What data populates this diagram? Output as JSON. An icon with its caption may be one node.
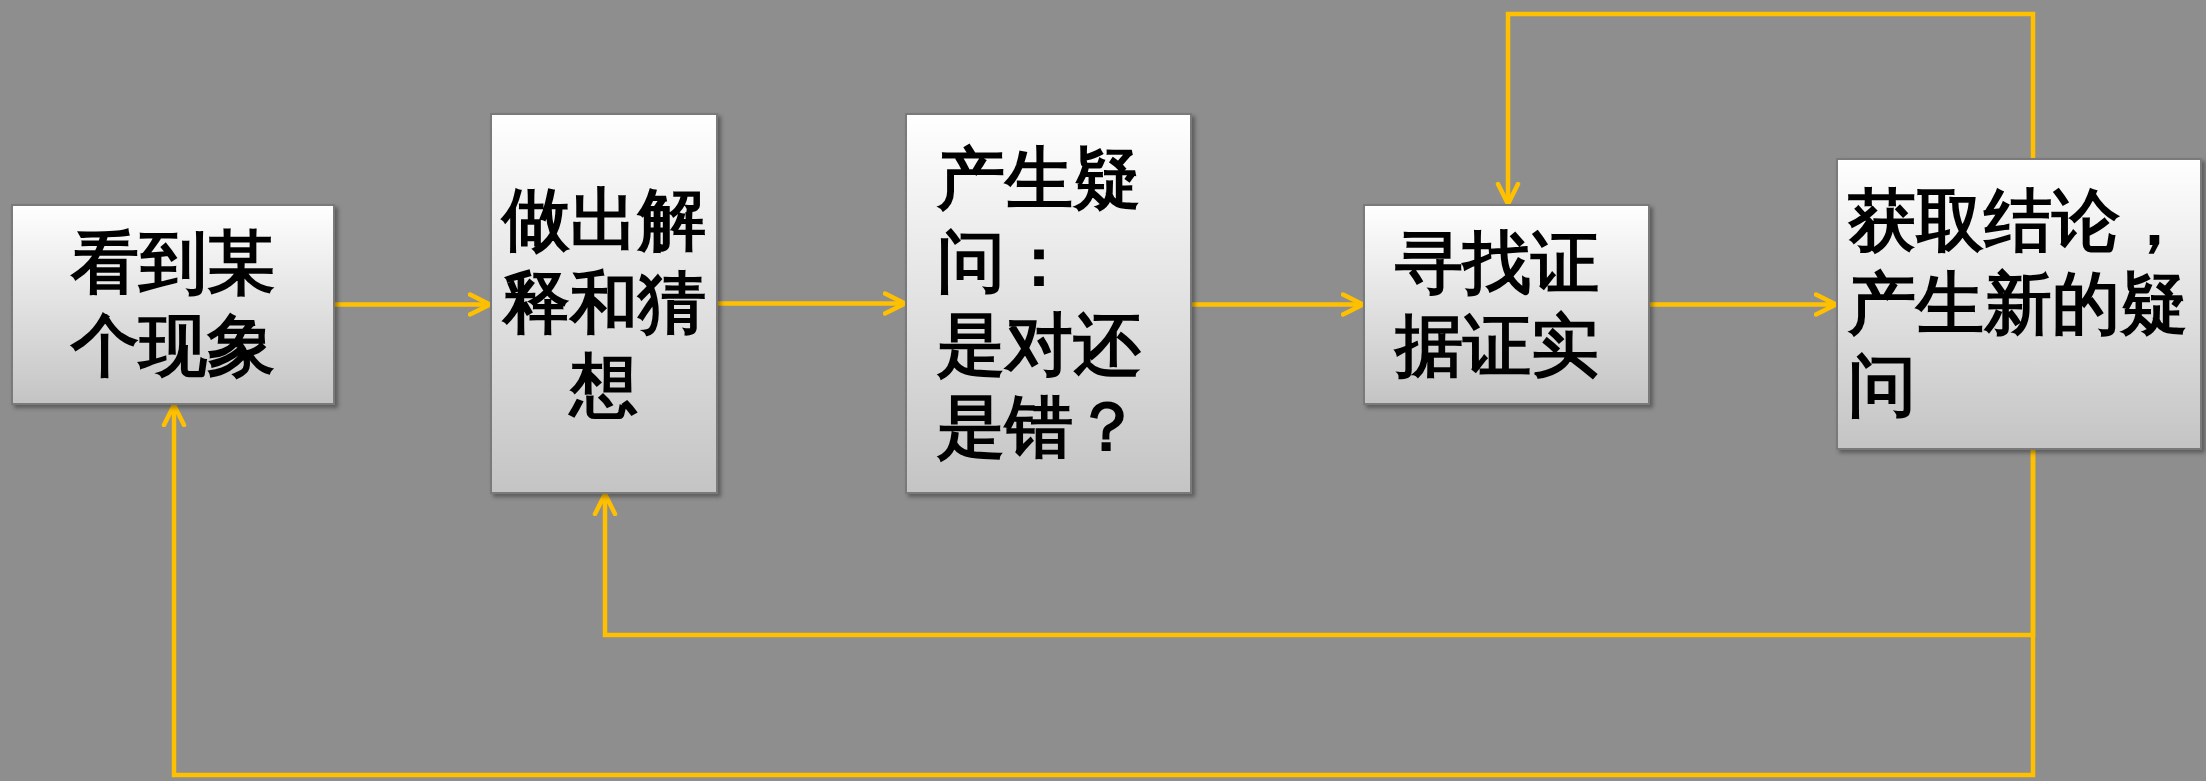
{
  "diagram": {
    "nodes": [
      {
        "text": [
          "看到某个现象"
        ]
      },
      {
        "text": [
          "做出解释和猜想"
        ]
      },
      {
        "text": [
          "产生疑问：",
          "是对还是错？"
        ]
      },
      {
        "text": [
          "寻找证据证实"
        ]
      },
      {
        "text": [
          "获取结论，产生新的疑问"
        ]
      }
    ],
    "edges": [
      {
        "from": 0,
        "to": 1,
        "arrow": "to"
      },
      {
        "from": 1,
        "to": 2,
        "arrow": "to"
      },
      {
        "from": 2,
        "to": 3,
        "arrow": "to"
      },
      {
        "from": 3,
        "to": 4,
        "arrow": "to"
      },
      {
        "from": 4,
        "to": 3,
        "arrow": "to"
      },
      {
        "from": 4,
        "to": 1,
        "arrow": "to"
      },
      {
        "from": 4,
        "to": 0,
        "arrow": "to"
      }
    ]
  }
}
